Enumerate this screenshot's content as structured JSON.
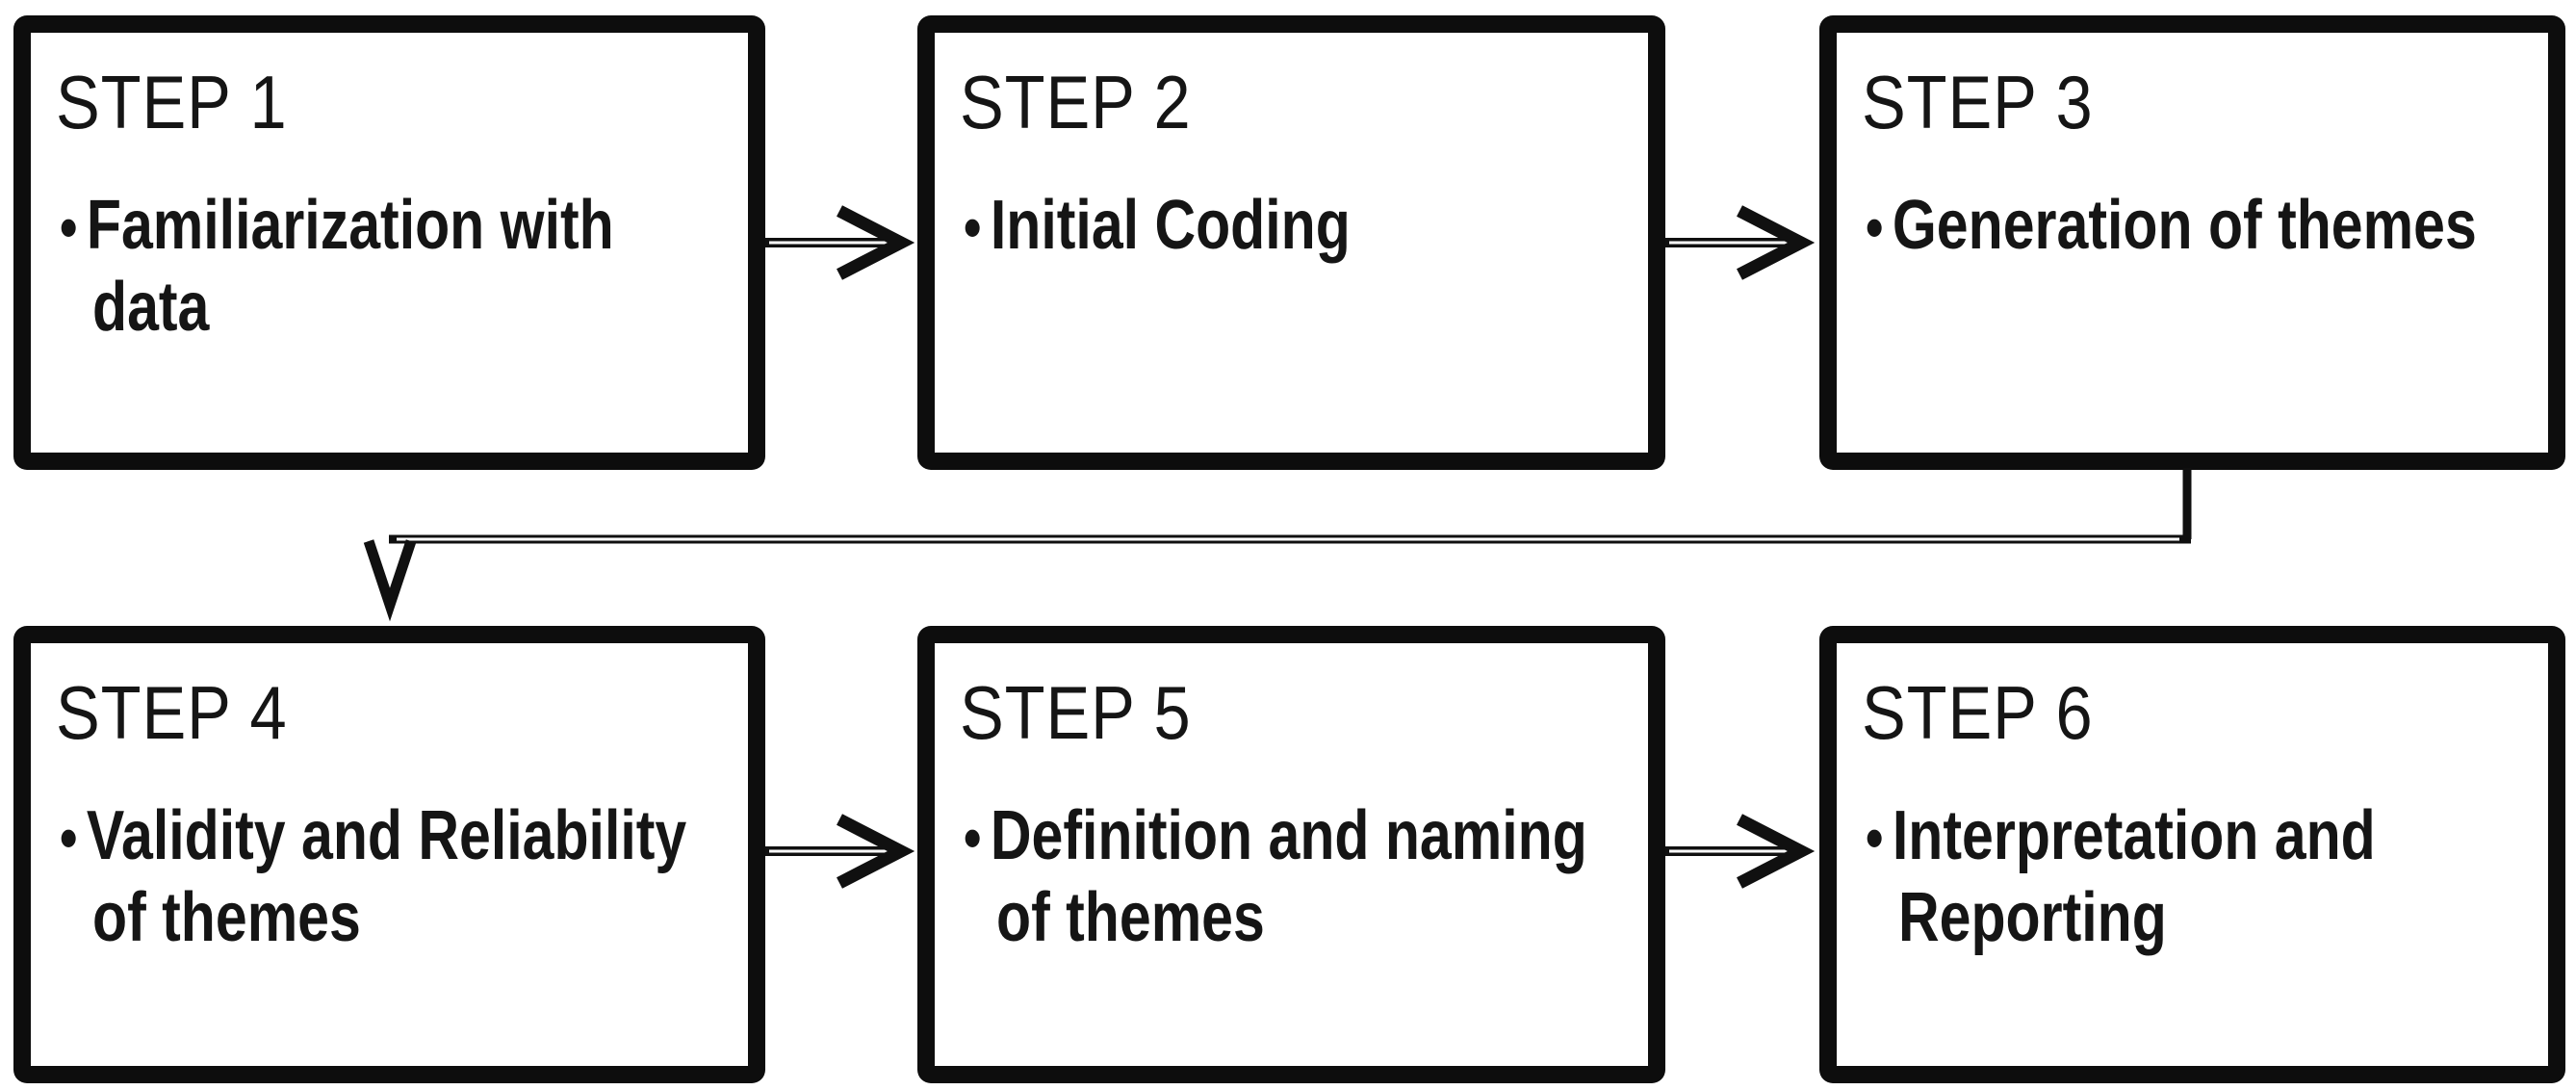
{
  "bullet": "•",
  "steps": [
    {
      "title": "STEP 1",
      "text": "Familiarization with data",
      "lines": [
        "Familiarization with",
        "data"
      ]
    },
    {
      "title": "STEP 2",
      "text": "Initial Coding",
      "lines": [
        "Initial Coding"
      ]
    },
    {
      "title": "STEP 3",
      "text": "Generation of themes",
      "lines": [
        "Generation of themes"
      ]
    },
    {
      "title": "STEP 4",
      "text": "Validity and Reliability of themes",
      "lines": [
        "Validity and Reliability",
        "of themes"
      ]
    },
    {
      "title": "STEP 5",
      "text": "Definition and naming of themes",
      "lines": [
        "Definition and naming",
        "of themes"
      ]
    },
    {
      "title": "STEP 6",
      "text": "Interpretation and Reporting",
      "lines": [
        "Interpretation and",
        "Reporting"
      ]
    }
  ],
  "connections": [
    {
      "from": "STEP 1",
      "to": "STEP 2",
      "style": "horizontal-arrow"
    },
    {
      "from": "STEP 2",
      "to": "STEP 3",
      "style": "horizontal-arrow"
    },
    {
      "from": "STEP 3",
      "to": "STEP 4",
      "style": "elbow-arrow-down-left"
    },
    {
      "from": "STEP 4",
      "to": "STEP 5",
      "style": "horizontal-arrow"
    },
    {
      "from": "STEP 5",
      "to": "STEP 6",
      "style": "horizontal-arrow"
    }
  ],
  "colors": {
    "border": "#0d0d0d",
    "text": "#151515",
    "connector": "#101010",
    "background": "#ffffff"
  }
}
